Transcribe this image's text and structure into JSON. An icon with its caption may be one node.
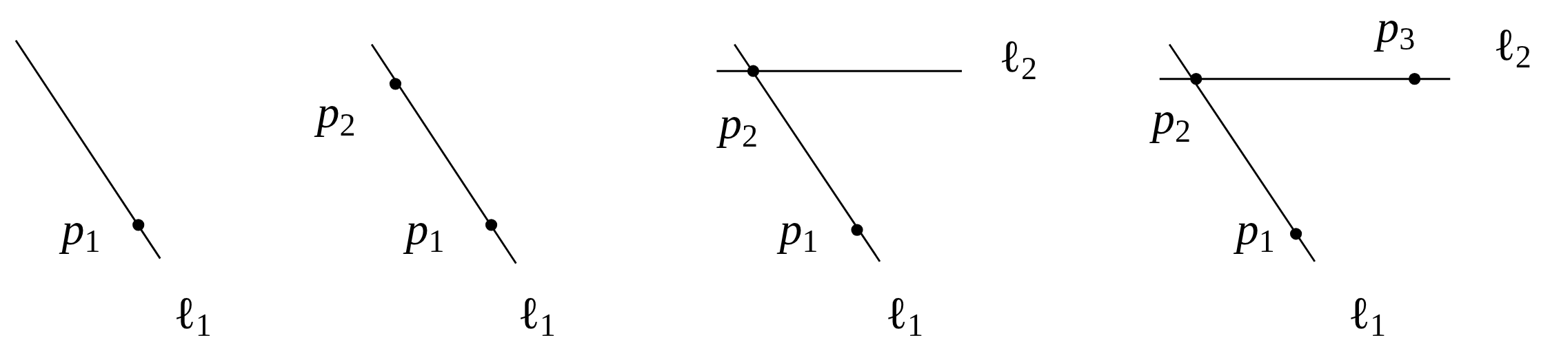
{
  "diagram": {
    "nodes": [
      {
        "text": [],
        "shape": "circle",
        "beside": [
          "*p*$_{1}$"
        ]
      },
      {
        "text": [],
        "shape": "circle",
        "beside": [
          "*p*$_{2}$"
        ]
      },
      {
        "text": [],
        "shape": "circle",
        "beside": [
          "*p*$_{1}$"
        ]
      },
      {
        "text": [],
        "shape": "circle",
        "beside": [
          "*p*$_{2}$"
        ]
      },
      {
        "text": [],
        "shape": "circle",
        "beside": [
          "*p*$_{1}$"
        ]
      },
      {
        "text": [],
        "shape": "circle",
        "beside": [
          "*p*$_{2}$"
        ]
      },
      {
        "text": [],
        "shape": "circle",
        "beside": [
          "*p*$_{3}$"
        ]
      },
      {
        "text": [],
        "shape": "circle",
        "beside": [
          "*p*$_{1}$"
        ]
      }
    ],
    "labels": [
      "ℓ$_{1}$",
      "ℓ$_{1}$",
      "ℓ$_{2}$",
      "ℓ$_{1}$",
      "ℓ$_{2}$",
      "ℓ$_{1}$"
    ]
  }
}
